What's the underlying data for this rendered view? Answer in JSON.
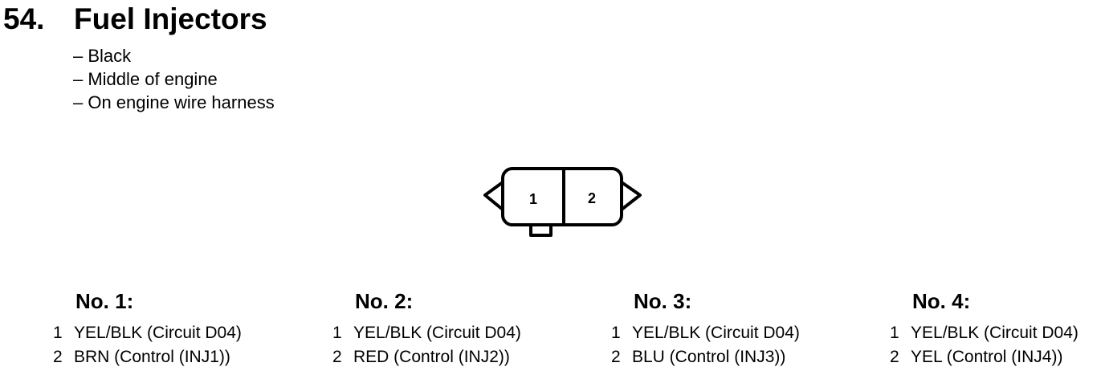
{
  "section": {
    "number": "54.",
    "title": "Fuel Injectors"
  },
  "notes": [
    "– Black",
    "– Middle of engine",
    "– On engine wire harness"
  ],
  "connector": {
    "pins": [
      "1",
      "2"
    ]
  },
  "injectors": [
    {
      "title": "No. 1:",
      "pins": [
        {
          "no": "1",
          "desc": "YEL/BLK (Circuit D04)"
        },
        {
          "no": "2",
          "desc": "BRN (Control (INJ1))"
        }
      ]
    },
    {
      "title": "No. 2:",
      "pins": [
        {
          "no": "1",
          "desc": "YEL/BLK (Circuit D04)"
        },
        {
          "no": "2",
          "desc": "RED (Control (INJ2))"
        }
      ]
    },
    {
      "title": "No. 3:",
      "pins": [
        {
          "no": "1",
          "desc": "YEL/BLK (Circuit D04)"
        },
        {
          "no": "2",
          "desc": "BLU (Control (INJ3))"
        }
      ]
    },
    {
      "title": "No. 4:",
      "pins": [
        {
          "no": "1",
          "desc": "YEL/BLK (Circuit D04)"
        },
        {
          "no": "2",
          "desc": "YEL (Control (INJ4))"
        }
      ]
    }
  ]
}
